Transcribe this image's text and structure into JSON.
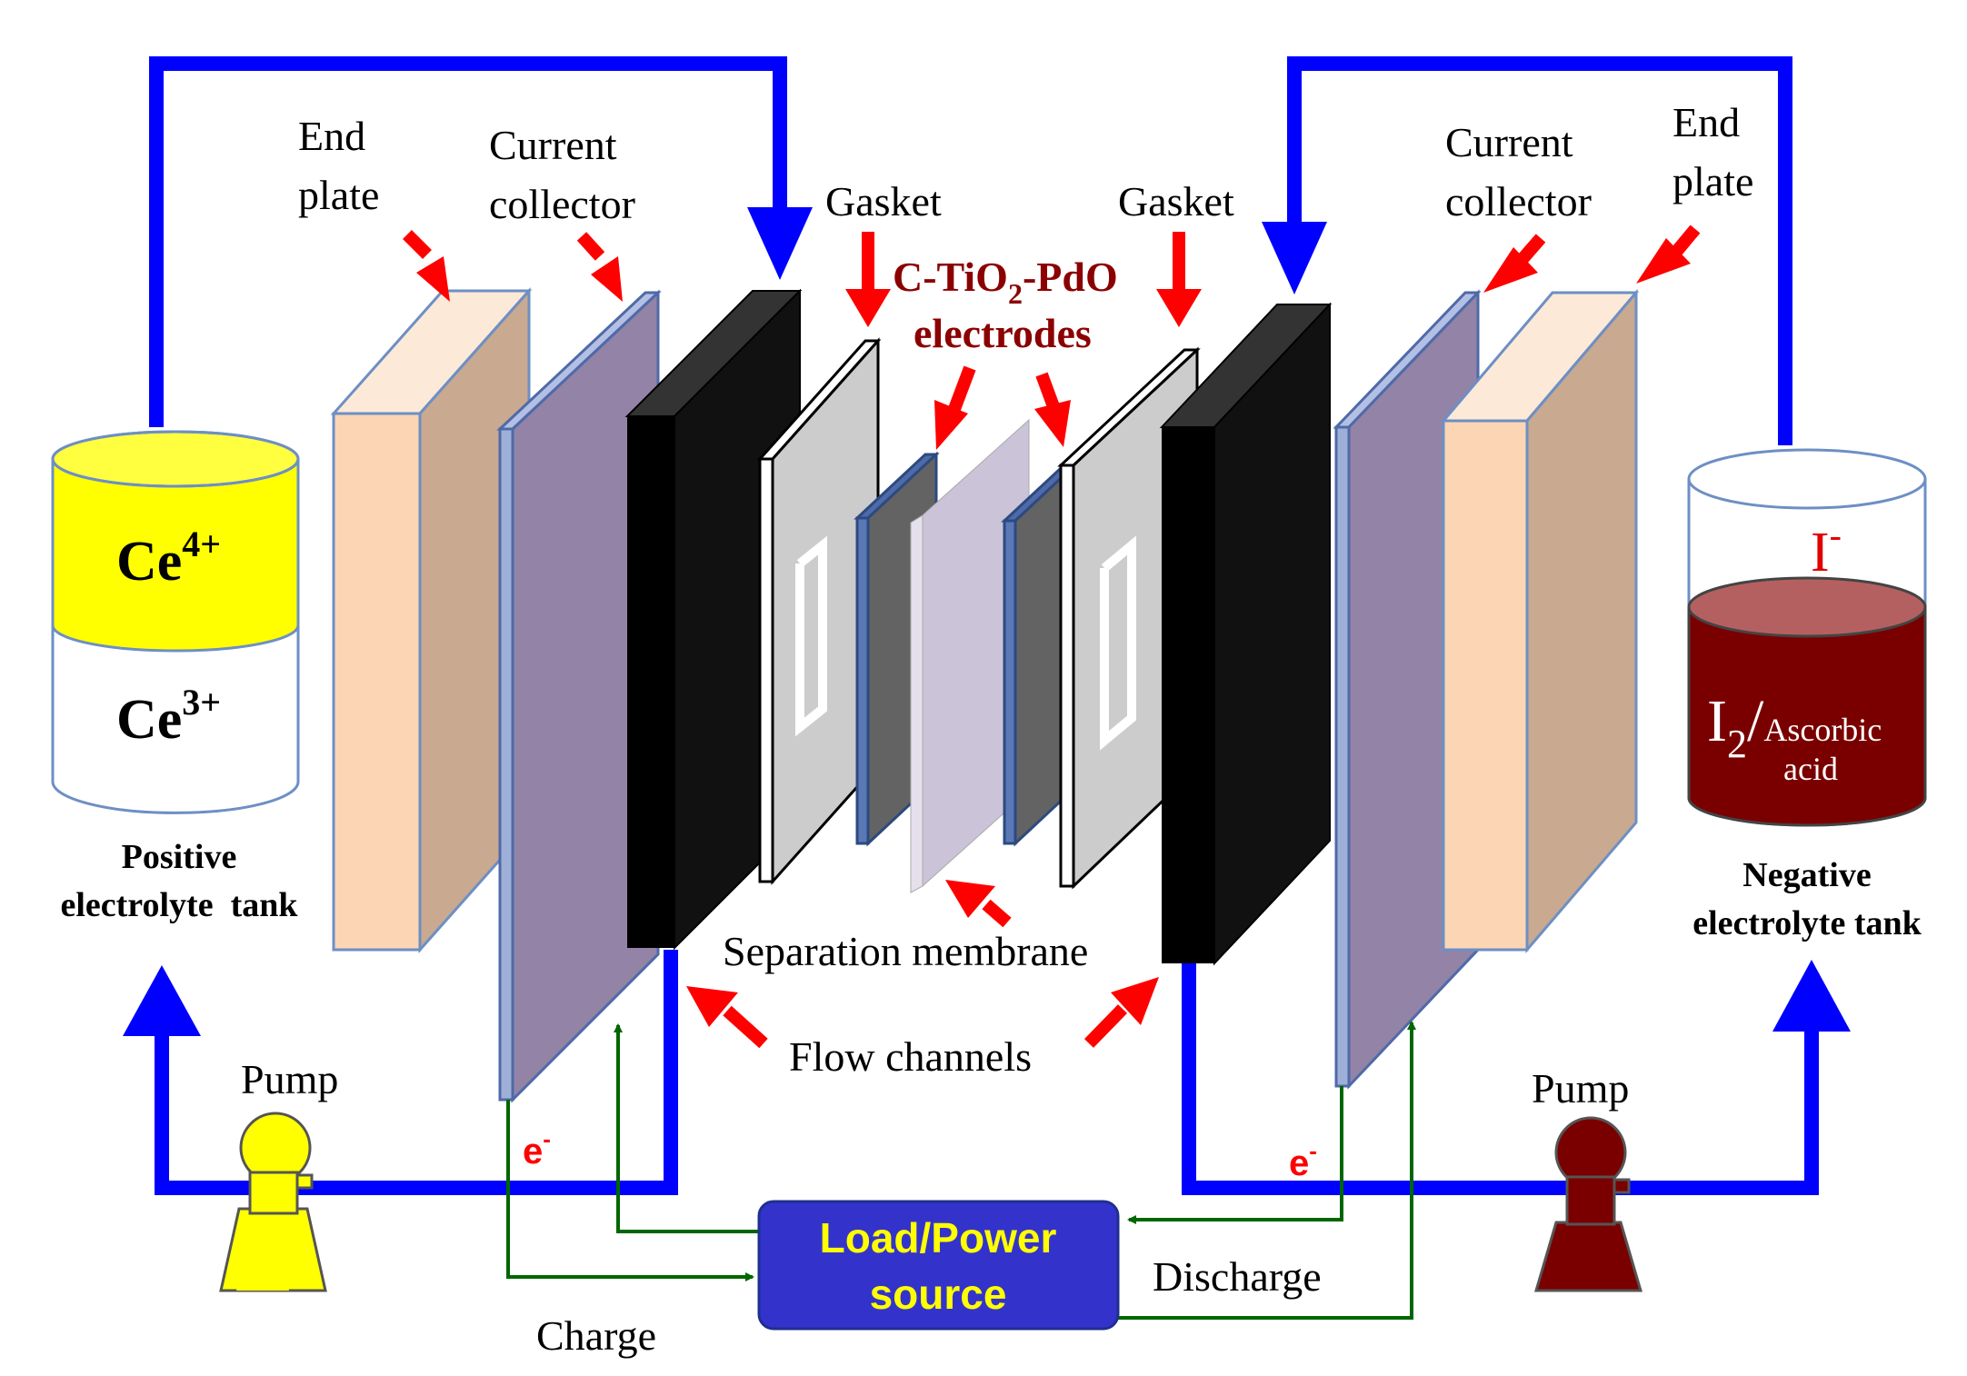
{
  "labels": {
    "end_plate_left_1": "End",
    "end_plate_left_2": "plate",
    "current_collector_left_1": "Current",
    "current_collector_left_2": "collector",
    "gasket_left": "Gasket",
    "gasket_right": "Gasket",
    "electrodes_1": "C-TiO",
    "electrodes_sub": "2",
    "electrodes_2": "-PdO",
    "electrodes_3": "electrodes",
    "current_collector_right_1": "Current",
    "current_collector_right_2": "collector",
    "end_plate_right_1": "End",
    "end_plate_right_2": "plate",
    "separation_membrane": "Separation membrane",
    "flow_channels": "Flow channels",
    "pump_left": "Pump",
    "pump_right": "Pump",
    "electron_left": "e",
    "electron_left_sup": "-",
    "electron_right": "e",
    "electron_right_sup": "-",
    "charge": "Charge",
    "discharge": "Discharge",
    "load_power_1": "Load/Power",
    "load_power_2": "source"
  },
  "tanks": {
    "positive": {
      "ion_top": "Ce",
      "ion_top_sup": "4+",
      "ion_bottom": "Ce",
      "ion_bottom_sup": "3+",
      "label_1": "Positive",
      "label_2": "electrolyte  tank",
      "color_top": "#ffff00"
    },
    "negative": {
      "ion_top": "I",
      "ion_top_sup": "-",
      "ion_main": "I",
      "ion_main_sub": "2",
      "ion_slash": "/",
      "ion_small_1": "Ascorbic",
      "ion_small_2": "acid",
      "label_1": "Negative",
      "label_2": "electrolyte tank",
      "color_liquid": "#7a0000"
    }
  },
  "colors": {
    "flow_pipe": "#0000ff",
    "wire": "#006600",
    "pointer_arrow": "#ff0000",
    "end_plate_face": "#fcd5b4",
    "end_plate_side": "#c9a98f",
    "collector_face": "#9fb0d8",
    "collector_side": "#9383a6",
    "flow_plate": "#111111",
    "gasket_frame": "#cccccc",
    "electrode": "#636363",
    "membrane": "#cbc3d7",
    "load_box": "#3333cc",
    "load_text": "#ffff00",
    "pump_left": "#ffff00",
    "pump_right": "#7a0000",
    "electrode_label": "#8b0000"
  }
}
